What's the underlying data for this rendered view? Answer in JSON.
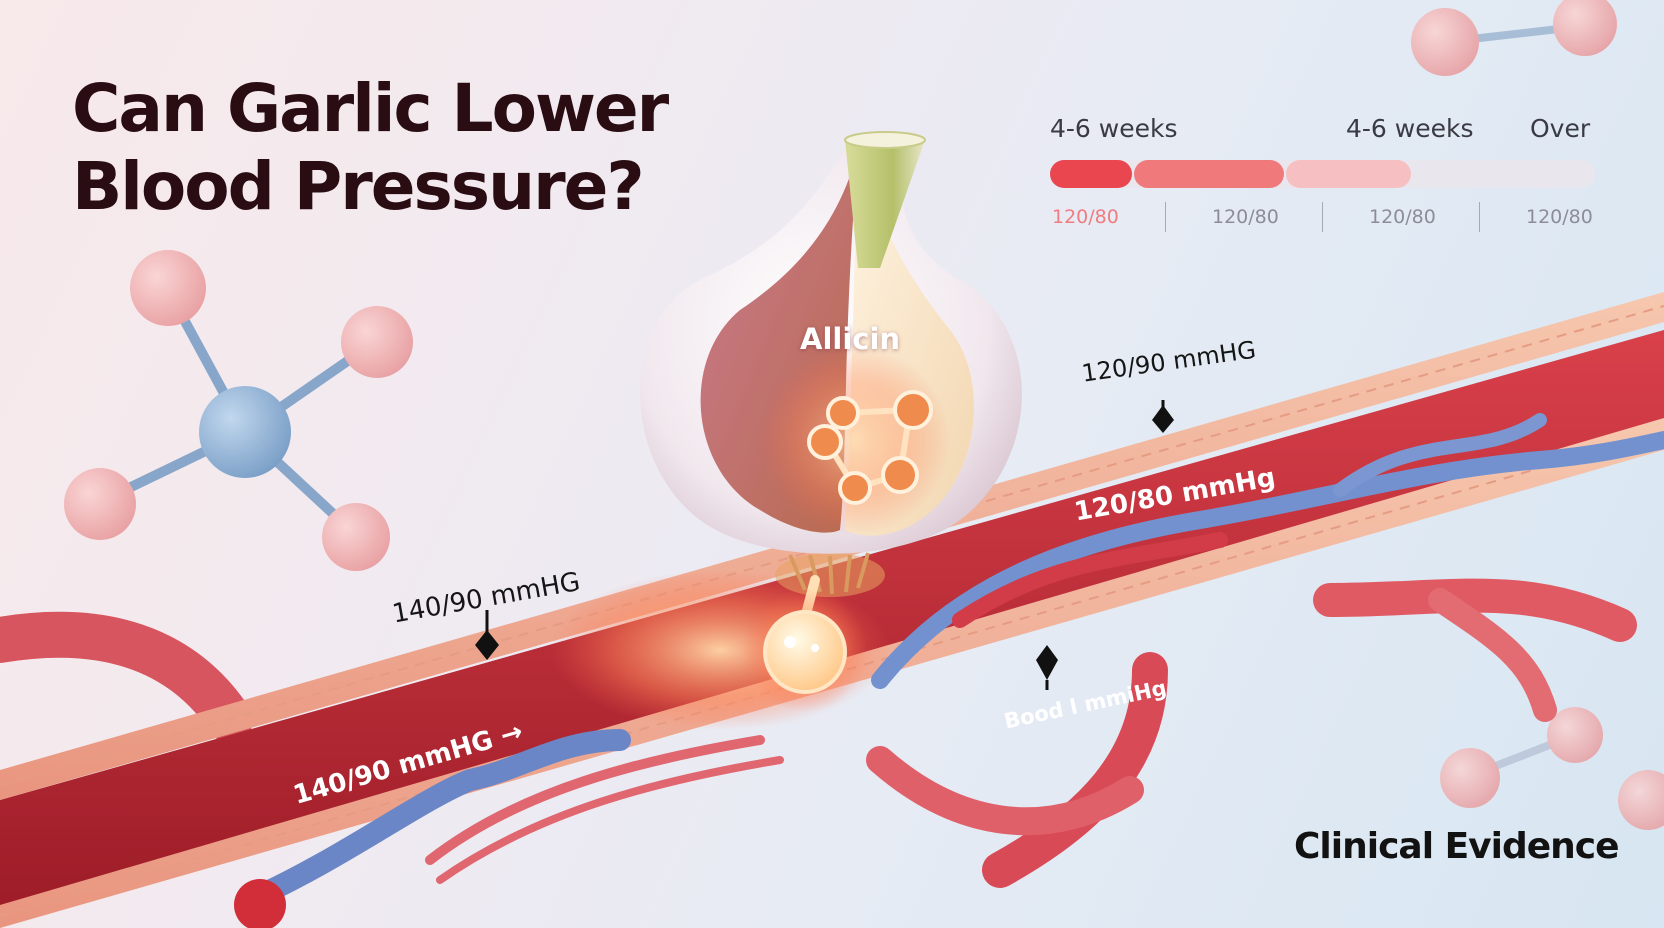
{
  "title": {
    "line1": "Can Garlic Lower",
    "line2": "Blood Pressure?"
  },
  "timeline": {
    "top_labels": [
      "4-6 weeks",
      "4-6 weeks",
      "Over"
    ],
    "values": [
      "120/80",
      "120/80",
      "120/80",
      "120/80"
    ]
  },
  "garlic": {
    "compound_label": "Allicin"
  },
  "artery_labels": {
    "upper_right": "120/90 mmHG",
    "middle_right": "120/80 mmHg",
    "left_marker": "140/90 mmHG",
    "left_flow": "140/90 mmHG →",
    "lower_marker": "Bood l mmiHg"
  },
  "footer": {
    "source": "Clinical Evidence"
  },
  "colors": {
    "title": "#2a0d12",
    "artery_red": "#c8313c",
    "vein_blue": "#6b86c6",
    "tl_dark": "#ea4650",
    "tl_mid": "#f0797c",
    "tl_light": "#f6c0c2",
    "glow": "#ffb070"
  }
}
